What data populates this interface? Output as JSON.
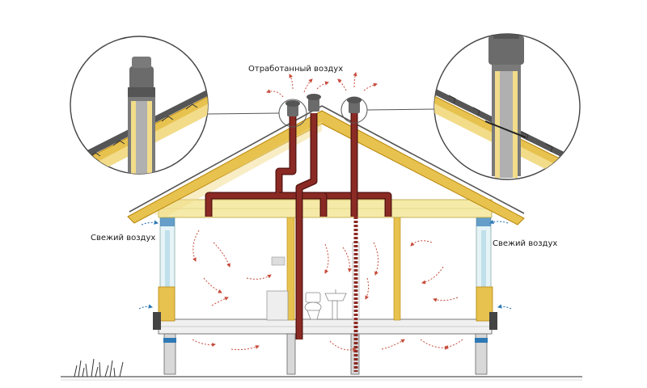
{
  "labels": {
    "exhaust_air": "Отработанный воздух",
    "fresh_air_left": "Свежий воздух",
    "fresh_air_right": "Свежий воздух"
  },
  "colors": {
    "roof_frame": "#e7c24f",
    "roof_edge": "#b8860b",
    "wall_fill": "#e6f3f7",
    "duct": "#8b2a24",
    "duct_dark": "#5a1815",
    "arrow_red": "#c64a3a",
    "arrow_blue": "#2e79b5",
    "ground": "#4a4a4a",
    "vent_cap": "#6b6b6b",
    "insulation": "#f2dc8a"
  },
  "icons": {
    "ventilation_outlet": "roof-vent-icon",
    "toilet": "toilet-icon",
    "sink": "sink-icon",
    "grass": "grass-icon"
  }
}
